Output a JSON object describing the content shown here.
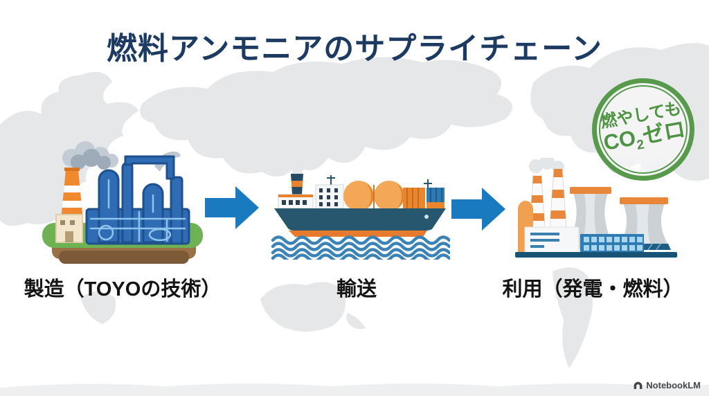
{
  "page": {
    "title": "燃料アンモニアのサプライチェーン"
  },
  "stages": [
    {
      "id": "manufacturing",
      "label": "製造（TOYOの技術）",
      "illustration": "factory"
    },
    {
      "id": "transport",
      "label": "輸送",
      "illustration": "tanker-ship"
    },
    {
      "id": "utilization",
      "label": "利用（発電・燃料）",
      "illustration": "power-plant"
    }
  ],
  "arrows": {
    "count": 2,
    "direction": "right",
    "color": "#1a7ac0"
  },
  "badge": {
    "line1": "燃やしても",
    "line2_prefix": "CO",
    "line2_sub": "2",
    "line2_suffix": "ゼロ",
    "color": "#4e9343"
  },
  "watermark": {
    "label": "NotebookLM"
  },
  "colors": {
    "title_navy": "#1c3a62",
    "label_black": "#141414",
    "map_gray": "#e6e7e9",
    "arrow_blue": "#1a7ac0",
    "badge_green": "#579a4c",
    "plant_blue": "#2f6cb3",
    "stack_orange": "#f0882f",
    "hull_teal": "#27566f",
    "wave_blue": "#3b83b7"
  }
}
